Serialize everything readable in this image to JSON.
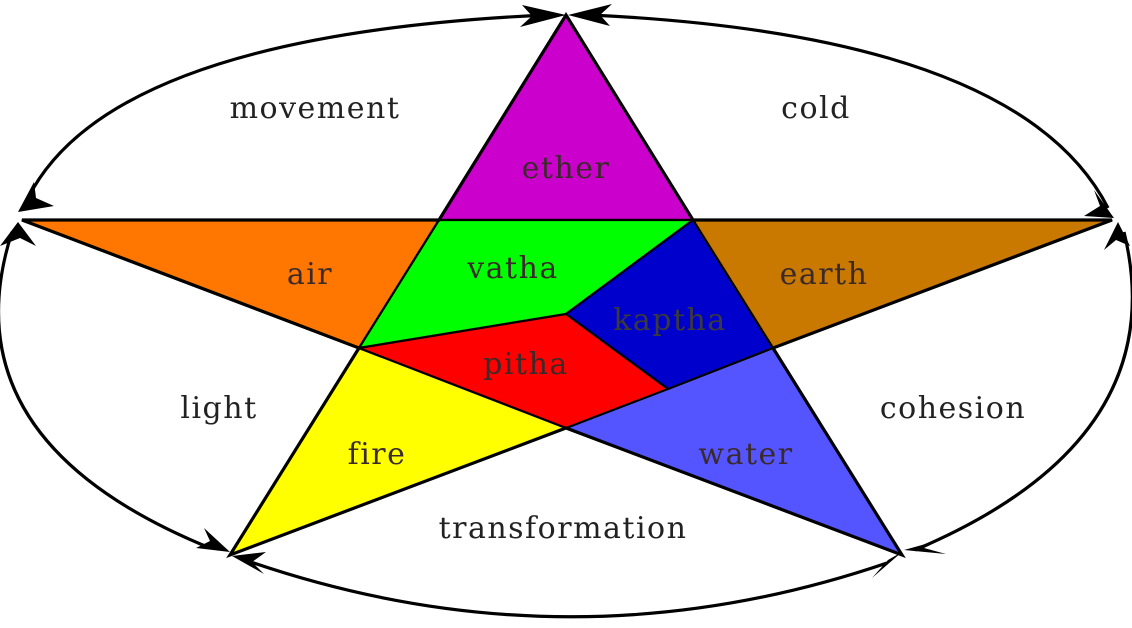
{
  "diagram": {
    "labels": {
      "movement": "movement",
      "cold": "cold",
      "light": "light",
      "cohesion": "cohesion",
      "transformation": "transformation"
    },
    "elements": {
      "ether": "ether",
      "air": "air",
      "earth": "earth",
      "fire": "fire",
      "water": "water"
    },
    "doshas": {
      "vatha": "vatha",
      "kaptha": "kaptha",
      "pitha": "pitha"
    },
    "colors": {
      "ether": "#cc00cc",
      "air": "#ff7700",
      "earth": "#c97800",
      "fire": "#ffff00",
      "water": "#5555ff",
      "vatha": "#00ff00",
      "kaptha": "#0000cc",
      "pitha": "#ff0000"
    }
  }
}
